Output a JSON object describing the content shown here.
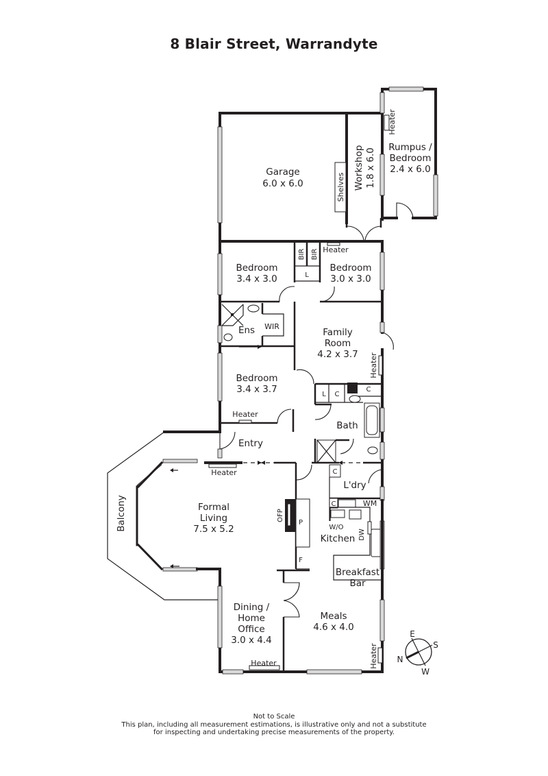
{
  "title": "8 Blair Street, Warrandyte",
  "rooms": {
    "garage": {
      "name": "Garage",
      "dims": "6.0 x 6.0"
    },
    "workshop": {
      "name": "Workshop",
      "dims": "1.8 x 6.0"
    },
    "rumpus": {
      "name1": "Rumpus /",
      "name2": "Bedroom",
      "dims": "2.4 x 6.0"
    },
    "bedroom1": {
      "name": "Bedroom",
      "dims": "3.4 x 3.0"
    },
    "bedroom2": {
      "name": "Bedroom",
      "dims": "3.0 x 3.0"
    },
    "family": {
      "name1": "Family",
      "name2": "Room",
      "dims": "4.2 x 3.7"
    },
    "bedroom3": {
      "name": "Bedroom",
      "dims": "3.4 x 3.7"
    },
    "ensuite": {
      "name": "Ens"
    },
    "wir": {
      "name": "WIR"
    },
    "entry": {
      "name": "Entry"
    },
    "bath": {
      "name": "Bath"
    },
    "laundry": {
      "name": "L'dry"
    },
    "formal_living": {
      "name1": "Formal",
      "name2": "Living",
      "dims": "7.5 x 5.2"
    },
    "balcony": {
      "name": "Balcony"
    },
    "kitchen": {
      "name": "Kitchen"
    },
    "breakfast_bar": {
      "name1": "Breakfast",
      "name2": "Bar"
    },
    "dining": {
      "name1": "Dining /",
      "name2": "Home",
      "name3": "Office",
      "dims": "3.0 x 4.4"
    },
    "meals": {
      "name": "Meals",
      "dims": "4.6 x 4.0"
    }
  },
  "fixtures": {
    "shelves": "Shelves",
    "heater": "Heater",
    "bir": "BIR",
    "linen": "L",
    "cupboard": "C",
    "ofp": "OFP",
    "pantry": "P",
    "fridge": "F",
    "wm": "WM",
    "wo": "W/O",
    "dw": "DW"
  },
  "compass": {
    "n": "N",
    "e": "E",
    "s": "S",
    "w": "W"
  },
  "footer": {
    "line1": "Not to Scale",
    "line2": "This plan, including all measurement estimations, is illustrative only and not a substitute",
    "line3": "for inspecting and undertaking precise measurements of the property."
  }
}
